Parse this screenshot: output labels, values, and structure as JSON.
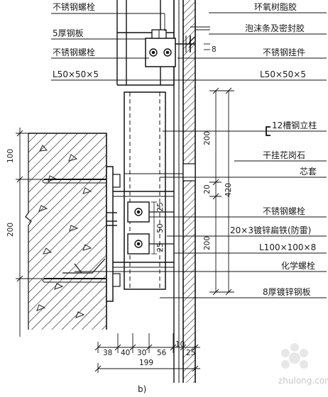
{
  "left_labels": {
    "bolt_top": "不锈钢螺栓",
    "plate_5": "5厚钢板",
    "bolt_mid": "不锈钢螺栓",
    "angle_top": "L50×50×5"
  },
  "right_labels": {
    "epoxy": "环氧树脂胶",
    "foam": "泡沫条及密封胶",
    "hanger": "不锈钢挂件",
    "angle": "L50×50×5",
    "channel": "12槽钢立柱",
    "granite": "干挂花岗石",
    "sleeve": "芯套",
    "bolt": "不锈钢螺栓",
    "flat_iron": "20×3镀锌扁铁(防雷)",
    "angle_big": "L100×100×8",
    "chem_bolt": "化学螺栓",
    "steel_plate": "8厚镀锌钢板"
  },
  "dims": {
    "d8": "8",
    "d100": "100",
    "d200_left": "200",
    "d200_top": "200",
    "d20": "20",
    "d420": "420",
    "d200_bottom": "200",
    "d25a": "25",
    "d50": "50",
    "d25b": "25",
    "b38": "38",
    "b40": "40",
    "b30": "30",
    "b56": "56",
    "b10": "10",
    "b25": "25",
    "total": "199"
  },
  "caption": "b)",
  "watermark": "zhulong.com"
}
